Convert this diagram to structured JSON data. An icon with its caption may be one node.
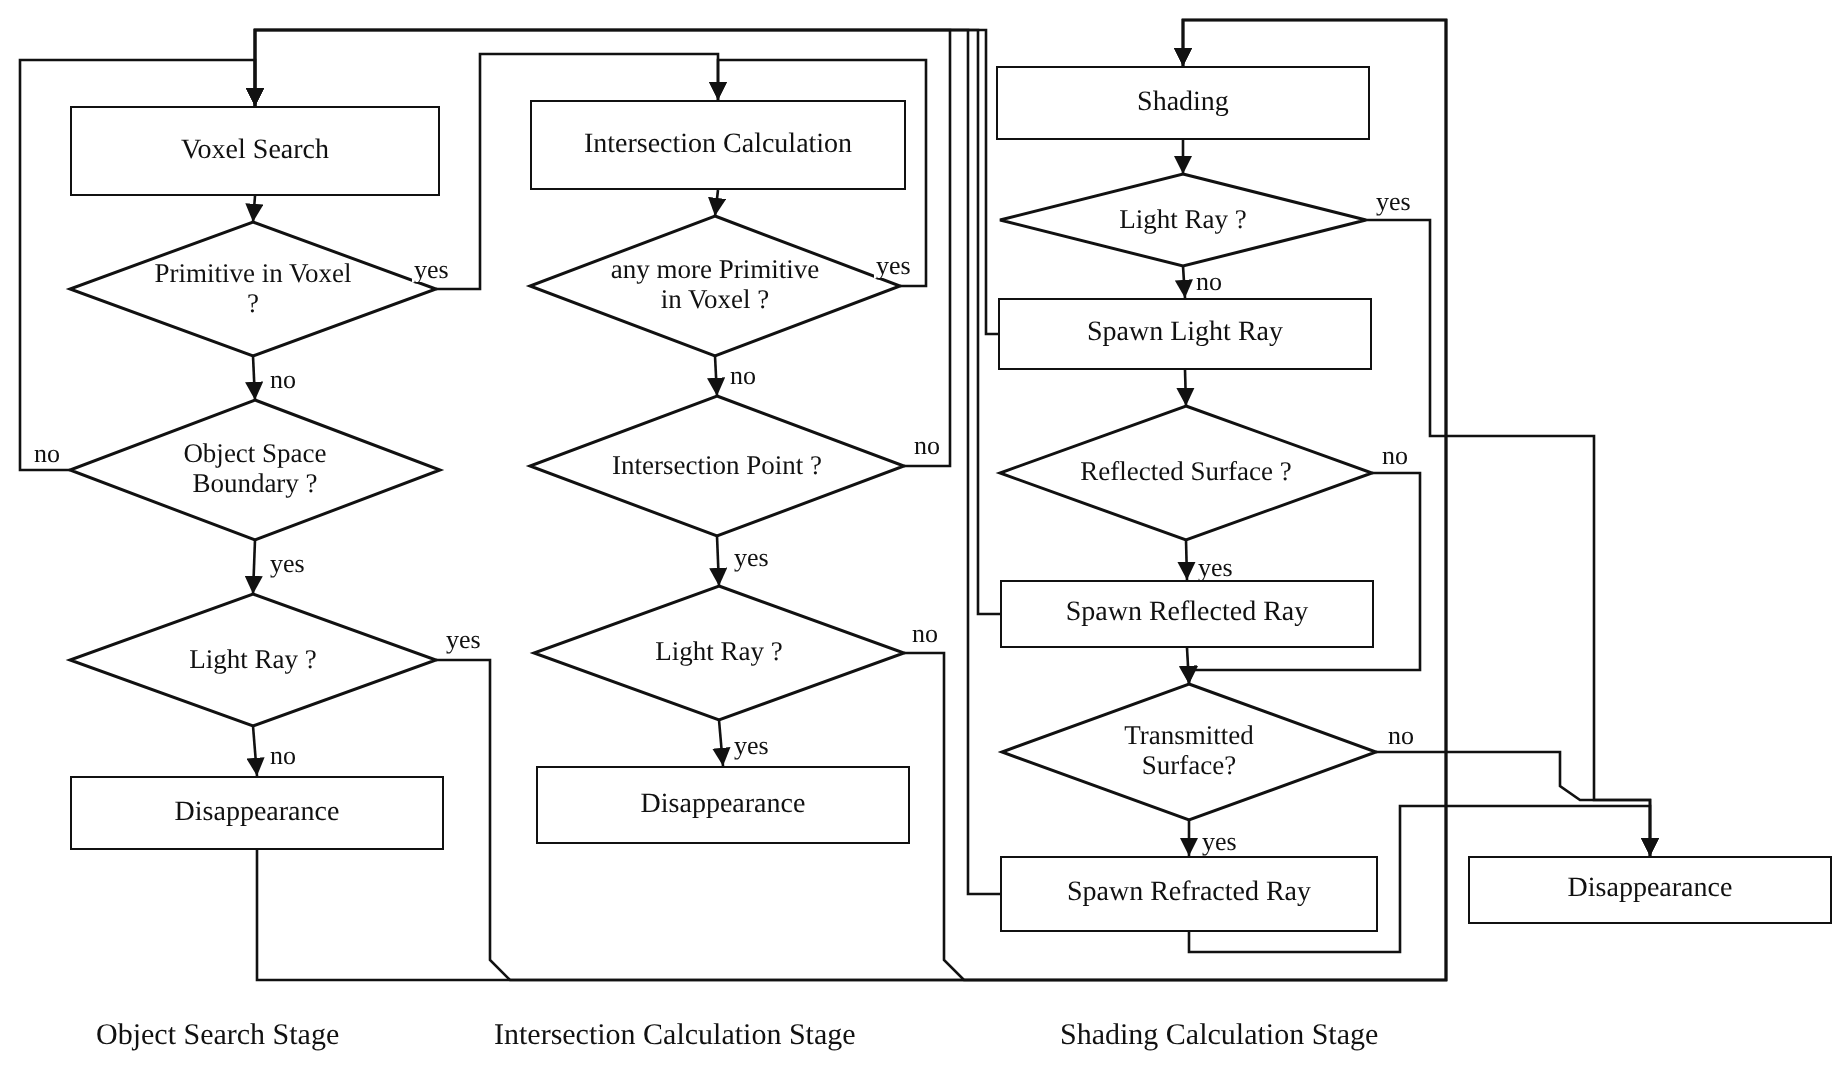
{
  "diagram": {
    "nodes": [
      {
        "text": [
          "Voxel Search"
        ]
      },
      {
        "text": [
          "Primitive in Voxel ?"
        ]
      },
      {
        "text": [
          "Object Space Boundary ?"
        ]
      },
      {
        "text": [
          "Light Ray ?"
        ]
      },
      {
        "text": [
          "Disappearance"
        ]
      },
      {
        "text": [
          "Intersection Calculation"
        ]
      },
      {
        "text": [
          "any more Primitive in Voxel ?"
        ]
      },
      {
        "text": [
          "Intersection Point ?"
        ]
      },
      {
        "text": [
          "Light Ray ?"
        ]
      },
      {
        "text": [
          "Disappearance"
        ]
      },
      {
        "text": [
          "Shading"
        ]
      },
      {
        "text": [
          "Light Ray ?"
        ]
      },
      {
        "text": [
          "Spawn Light Ray"
        ]
      },
      {
        "text": [
          "Reflected Surface ?"
        ]
      },
      {
        "text": [
          "Spawn Reflected Ray"
        ]
      },
      {
        "text": [
          "Transmitted Surface?"
        ]
      },
      {
        "text": [
          "Spawn Refracted Ray"
        ]
      },
      {
        "text": [
          "Disappearance"
        ]
      }
    ],
    "edges": [
      {
        "from": 0,
        "to": 1,
        "arrow": "to"
      },
      {
        "from": 1,
        "to": 5,
        "arrow": "to",
        "label": "yes"
      },
      {
        "from": 1,
        "to": 2,
        "arrow": "to",
        "label": "no"
      },
      {
        "from": 2,
        "to": 0,
        "arrow": "to",
        "label": "no"
      },
      {
        "from": 2,
        "to": 3,
        "arrow": "to",
        "label": "yes"
      },
      {
        "from": 3,
        "to": 10,
        "arrow": "to",
        "label": "yes"
      },
      {
        "from": 3,
        "to": 4,
        "arrow": "to",
        "label": "no"
      },
      {
        "from": 4,
        "to": 10,
        "arrow": "to"
      },
      {
        "from": 5,
        "to": 6,
        "arrow": "to"
      },
      {
        "from": 6,
        "to": 5,
        "arrow": "to",
        "label": "yes"
      },
      {
        "from": 6,
        "to": 7,
        "arrow": "to",
        "label": "no"
      },
      {
        "from": 7,
        "to": 0,
        "arrow": "to",
        "label": "no"
      },
      {
        "from": 7,
        "to": 8,
        "arrow": "to",
        "label": "yes"
      },
      {
        "from": 8,
        "to": 10,
        "arrow": "to",
        "label": "no"
      },
      {
        "from": 8,
        "to": 9,
        "arrow": "to",
        "label": "yes"
      },
      {
        "from": 10,
        "to": 11,
        "arrow": "to"
      },
      {
        "from": 11,
        "to": 17,
        "arrow": "to",
        "label": "yes"
      },
      {
        "from": 11,
        "to": 12,
        "arrow": "to",
        "label": "no"
      },
      {
        "from": 12,
        "to": 13,
        "arrow": "to"
      },
      {
        "from": 12,
        "to": 0,
        "arrow": "to"
      },
      {
        "from": 13,
        "to": 14,
        "arrow": "to",
        "label": "yes"
      },
      {
        "from": 13,
        "to": 15,
        "arrow": "to",
        "label": "no"
      },
      {
        "from": 14,
        "to": 15,
        "arrow": "to"
      },
      {
        "from": 14,
        "to": 0,
        "arrow": "to"
      },
      {
        "from": 15,
        "to": 17,
        "arrow": "to",
        "label": "no"
      },
      {
        "from": 15,
        "to": 16,
        "arrow": "to",
        "label": "yes"
      },
      {
        "from": 16,
        "to": 0,
        "arrow": "to"
      },
      {
        "from": 16,
        "to": 17,
        "arrow": "to"
      }
    ],
    "labels": [
      "Object Search Stage",
      "Intersection Calculation Stage",
      "Shading Calculation Stage"
    ]
  }
}
